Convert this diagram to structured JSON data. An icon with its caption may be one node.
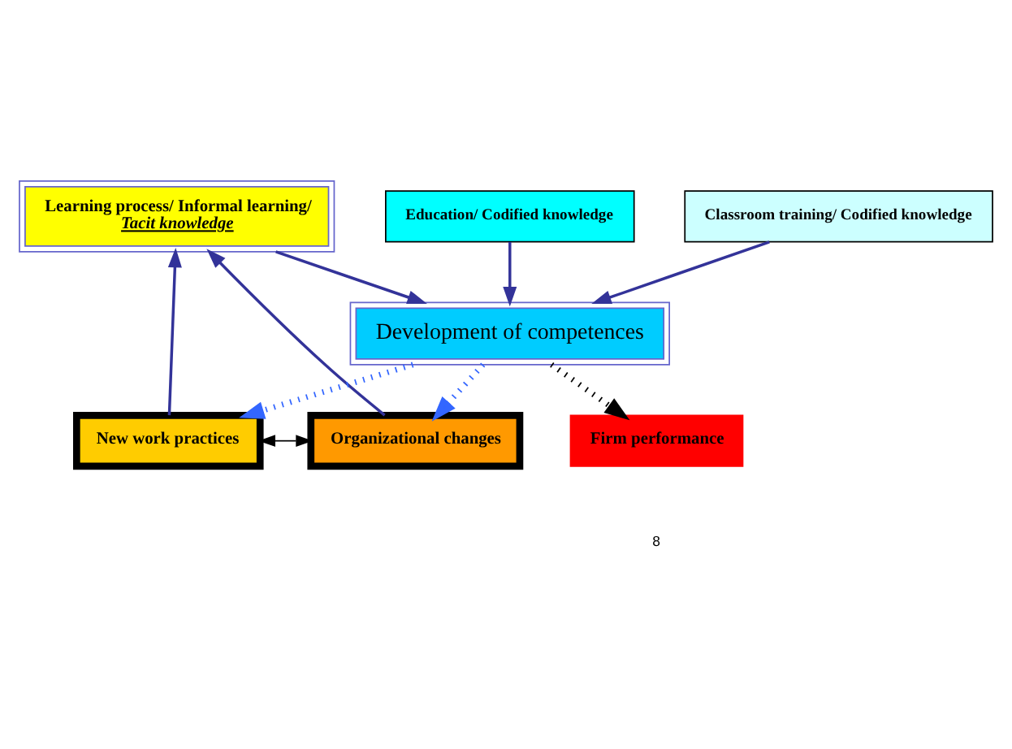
{
  "diagram": {
    "nodes": [
      {
        "text": [
          "Learning process/ Informal learning/",
          "Tacit knowledge"
        ]
      },
      {
        "text": [
          "Organizational changes"
        ]
      },
      {
        "text": [
          "New work practices"
        ]
      },
      {
        "text": [
          "Education/ Codified knowledge"
        ]
      },
      {
        "text": [
          "Classroom training/ Codified knowledge"
        ]
      },
      {
        "text": [
          "Development of competences"
        ]
      },
      {
        "text": [
          "Firm performance"
        ]
      }
    ],
    "edges": [
      {
        "from": 1,
        "to": 0,
        "arrow": "to"
      },
      {
        "from": 2,
        "to": 0,
        "arrow": "to"
      },
      {
        "from": 1,
        "to": 2,
        "arrow": "both",
        "color": "#000000"
      },
      {
        "from": 0,
        "to": 5,
        "arrow": "to"
      },
      {
        "from": 3,
        "to": 5,
        "arrow": "to"
      },
      {
        "from": 4,
        "to": 5,
        "arrow": "to"
      },
      {
        "from": 5,
        "to": 1,
        "arrow": "to",
        "style": "dashed",
        "color": "#3366ff"
      },
      {
        "from": 5,
        "to": 2,
        "arrow": "to",
        "style": "dashed",
        "color": "#3366ff"
      },
      {
        "from": 5,
        "to": 6,
        "arrow": "to",
        "style": "dashed",
        "color": "#000000"
      }
    ],
    "labels": [
      "8"
    ]
  }
}
